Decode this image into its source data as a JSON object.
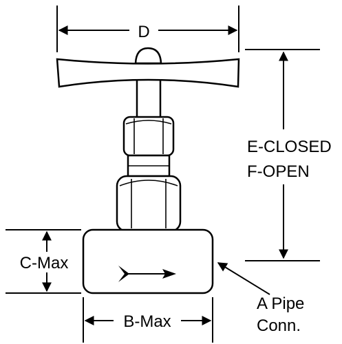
{
  "diagram": {
    "labels": {
      "d": "D",
      "e_closed": "E-CLOSED",
      "f_open": "F-OPEN",
      "c_max": "C-Max",
      "b_max": "B-Max",
      "a_pipe_line1": "A Pipe",
      "a_pipe_line2": "Conn."
    }
  }
}
